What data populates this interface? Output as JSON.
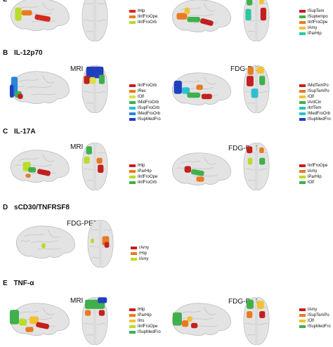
{
  "panels": [
    {
      "letter": "",
      "cut_label": "L",
      "mri": {
        "title": "",
        "legend": [
          {
            "name": "lHip",
            "color": "#d62a1e"
          },
          {
            "name": "lInfFroOpe",
            "color": "#e87b21"
          },
          {
            "name": "lInfFroOrb",
            "color": "#b9dc2a"
          }
        ]
      },
      "pet": {
        "title": "",
        "legend": [
          {
            "name": "lSupTem",
            "color": "#c41f1f"
          },
          {
            "name": "lSuptempo",
            "color": "#3fb04b"
          },
          {
            "name": "lInfFroOpe",
            "color": "#e87b21"
          },
          {
            "name": "lAmy",
            "color": "#f1c232"
          },
          {
            "name": "lParHip",
            "color": "#2cc7a0"
          }
        ]
      }
    },
    {
      "letter": "B",
      "title": "IL-12p70",
      "mri": {
        "title": "MRI",
        "legend": [
          {
            "name": "lInfFroOrb",
            "color": "#c41f1f"
          },
          {
            "name": "lRec",
            "color": "#e87b21"
          },
          {
            "name": "lOlf",
            "color": "#d8e23a"
          },
          {
            "name": "lMidFroOrb",
            "color": "#3fb04b"
          },
          {
            "name": "lSupFroOrb",
            "color": "#2dbfd0"
          },
          {
            "name": "lMedFroOrb",
            "color": "#2a86d6"
          },
          {
            "name": "lSupMedFro",
            "color": "#1f3fbf"
          }
        ]
      },
      "pet": {
        "title": "FDG-PET",
        "legend": [
          {
            "name": "lMidTemPo",
            "color": "#c41f1f"
          },
          {
            "name": "lSupTemPo",
            "color": "#e87b21"
          },
          {
            "name": "lOlf",
            "color": "#f1c232"
          },
          {
            "name": "lAntCin",
            "color": "#3fb04b"
          },
          {
            "name": "lInfTem",
            "color": "#2cc7a0"
          },
          {
            "name": "lMedFroOrb",
            "color": "#2dbfd0"
          },
          {
            "name": "lSupMedFro",
            "color": "#1f3fbf"
          }
        ]
      }
    },
    {
      "letter": "C",
      "title": "IL-17A",
      "mri": {
        "title": "MRI",
        "legend": [
          {
            "name": "lHip",
            "color": "#c41f1f"
          },
          {
            "name": "lParHip",
            "color": "#e87b21"
          },
          {
            "name": "lInfFroOpe",
            "color": "#b9dc2a"
          },
          {
            "name": "lInfFroOrb",
            "color": "#3fb04b"
          }
        ]
      },
      "pet": {
        "title": "FDG-PET",
        "legend": [
          {
            "name": "lInfFroOpe",
            "color": "#c41f1f"
          },
          {
            "name": "lAmy",
            "color": "#e87b21"
          },
          {
            "name": "lParHip",
            "color": "#b9dc2a"
          },
          {
            "name": "lOlf",
            "color": "#3fb04b"
          }
        ]
      }
    },
    {
      "letter": "D",
      "title": "sCD30/TNFRSF8",
      "pet": {
        "title": "FDG-PET",
        "legend": [
          {
            "name": "rAmy",
            "color": "#c41f1f"
          },
          {
            "name": "rHip",
            "color": "#e87b21"
          },
          {
            "name": "lAmy",
            "color": "#b9dc2a"
          }
        ]
      }
    },
    {
      "letter": "E",
      "title": "TNF-α",
      "mri": {
        "title": "MRI",
        "legend": [
          {
            "name": "lHip",
            "color": "#c41f1f"
          },
          {
            "name": "lParHip",
            "color": "#e87b21"
          },
          {
            "name": "lIns",
            "color": "#f1c232"
          },
          {
            "name": "lInfFroOpe",
            "color": "#b9dc2a"
          },
          {
            "name": "lSupMedFro",
            "color": "#3fb04b"
          }
        ]
      },
      "pet": {
        "title": "FDG-PET",
        "legend": [
          {
            "name": "lAmy",
            "color": "#c41f1f"
          },
          {
            "name": "lSupTemPo",
            "color": "#e87b21"
          },
          {
            "name": "lOlf",
            "color": "#f1c232"
          },
          {
            "name": "lSupMedFro",
            "color": "#3fb04b"
          }
        ]
      }
    }
  ]
}
